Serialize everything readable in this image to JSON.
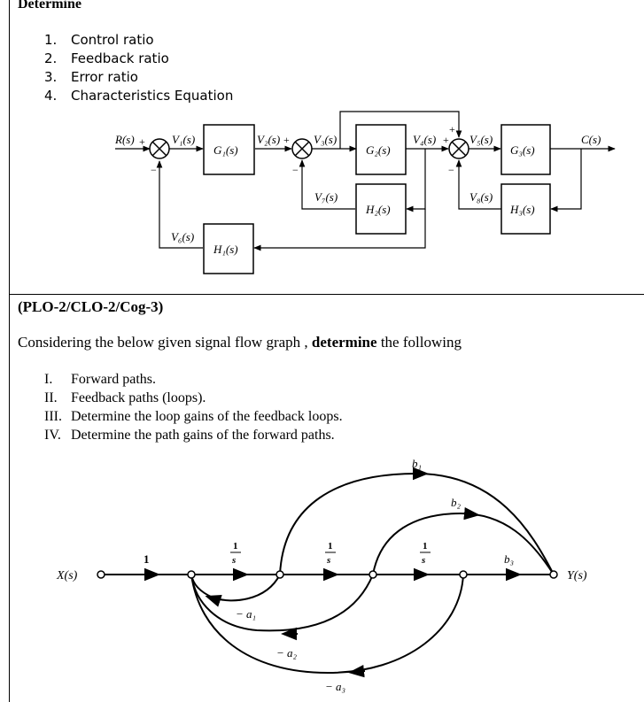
{
  "part1": {
    "heading": "Determine",
    "items": [
      {
        "num": "1.",
        "text": "Control ratio"
      },
      {
        "num": "2.",
        "text": "Feedback ratio"
      },
      {
        "num": "3.",
        "text": "Error ratio"
      },
      {
        "num": "4.",
        "text": "Characteristics Equation"
      }
    ]
  },
  "block_diagram": {
    "input": "R(s)",
    "output": "C(s)",
    "signals": {
      "v1": "V₁(s)",
      "v2": "V₂(s)",
      "v3": "V₃(s)",
      "v4": "V₄(s)",
      "v5": "V₅(s)",
      "v6": "V₆(s)",
      "v7": "V₇(s)",
      "v8": "V₈(s)"
    },
    "blocks": {
      "g1": "G₁(s)",
      "g2": "G₂(s)",
      "g3": "G₃(s)",
      "h1": "H₁(s)",
      "h2": "H₂(s)",
      "h3": "H₃(s)"
    },
    "signs": {
      "plus": "+",
      "minus": "−"
    }
  },
  "part2": {
    "heading": "(PLO-2/CLO-2/Cog-3)",
    "intro_before": "Considering the below given signal flow graph , ",
    "intro_bold": "determine",
    "intro_after": " the following",
    "items": [
      {
        "num": "I.",
        "text": "Forward paths."
      },
      {
        "num": "II.",
        "text": "Feedback paths (loops)."
      },
      {
        "num": "III.",
        "text": "Determine the loop gains of the feedback loops."
      },
      {
        "num": "IV.",
        "text": "Determine the path gains of the forward paths."
      }
    ]
  },
  "signal_flow_graph": {
    "input_node": "X(s)",
    "output_node": "Y(s)",
    "branch_gains": {
      "unity": "1",
      "one": "1",
      "s": "s",
      "b1": "b₁",
      "b2": "b₂",
      "b3": "b₃",
      "a1": "− a₁",
      "a2": "− a₂",
      "a3": "− a₃"
    }
  }
}
